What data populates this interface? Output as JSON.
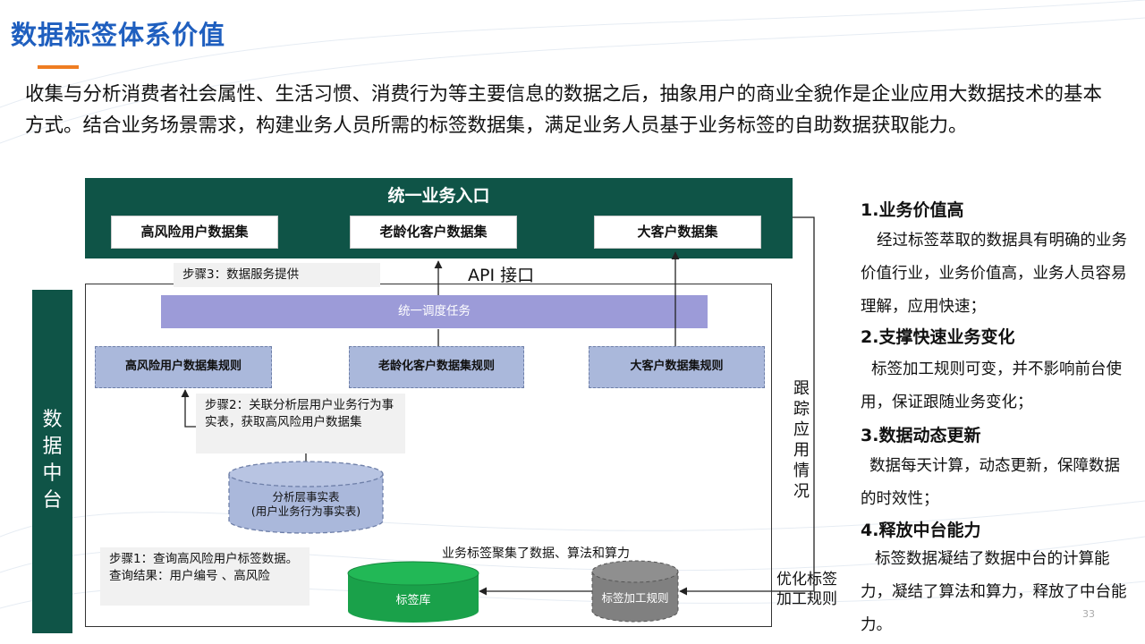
{
  "title": "数据标签体系价值",
  "intro": "收集与分析消费者社会属性、生活习惯、消费行为等主要信息的数据之后，抽象用户的商业全貌作是企业应用大数据技术的基本方式。结合业务场景需求，构建业务人员所需的标签数据集，满足业务人员基于业务标签的自助数据获取能力。",
  "diagram": {
    "entry_title": "统一业务入口",
    "datasets": [
      "高风险用户数据集",
      "老龄化客户数据集",
      "大客户数据集"
    ],
    "side_label": "数据中台",
    "step3": "步骤3：数据服务提供",
    "api_label": "API 接口",
    "schedule": "统一调度任务",
    "rules": [
      "高风险用户数据集规则",
      "老龄化客户数据集规则",
      "大客户数据集规则"
    ],
    "step2": "步骤2：关联分析层用户业务行为事实表，获取高风险用户数据集",
    "fact_table_line1": "分析层事实表",
    "fact_table_line2": "(用户业务行为事实表)",
    "step1_line1": "步骤1：查询高风险用户标签数据。",
    "step1_line2": "查询结果：用户编号 、高风险",
    "aggregate": "业务标签聚集了数据、算法和算力",
    "tag_store": "标签库",
    "tag_rules": "标签加工规则",
    "optimize": "优化标签加工规则",
    "track": "跟踪应用情况",
    "colors": {
      "dark_green": "#0f5447",
      "schedule_purple": "#9c9bd8",
      "rule_blue": "#aab8db",
      "tag_store_green": "#1aa14a",
      "tag_rules_gray": "#808080",
      "title_blue": "#1f5fbf",
      "accent_orange": "#ef7d22"
    }
  },
  "values": [
    {
      "heading": "1.业务价值高",
      "text": "经过标签萃取的数据具有明确的业务价值行业，业务价值高，业务人员容易理解，应用快速；"
    },
    {
      "heading": "2.支撑快速业务变化",
      "text": "标签加工规则可变，并不影响前台使用，保证跟随业务变化；"
    },
    {
      "heading": "3.数据动态更新",
      "text": "数据每天计算，动态更新，保障数据的时效性；"
    },
    {
      "heading": "4.释放中台能力",
      "text": "标签数据凝结了数据中台的计算能力，凝结了算法和算力，释放了中台能力。"
    }
  ],
  "page_number": "33"
}
